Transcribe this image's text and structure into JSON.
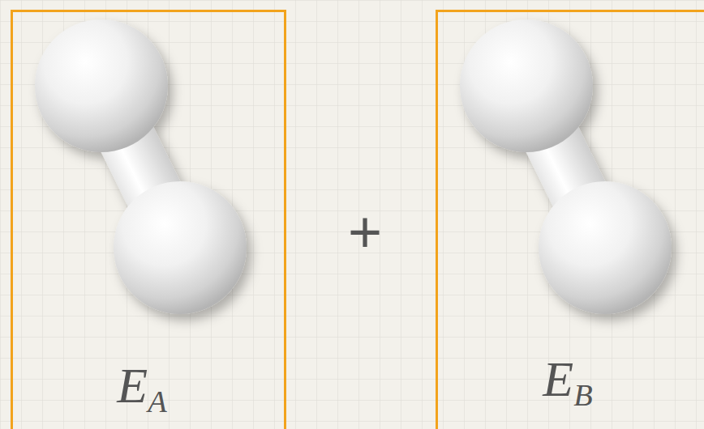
{
  "diagram": {
    "nodes": [
      {
        "text": [
          "EA"
        ]
      },
      {
        "text": [
          "EB"
        ]
      }
    ],
    "labels": [
      "+"
    ]
  }
}
